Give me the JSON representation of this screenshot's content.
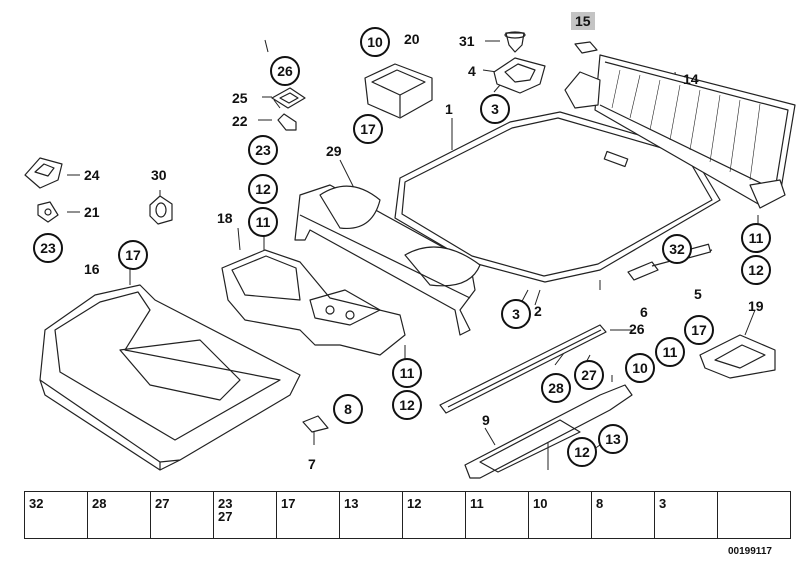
{
  "diagram_number": "00199117",
  "labels": {
    "l1": "1",
    "l2": "2",
    "l3a": "3",
    "l3b": "3",
    "l4": "4",
    "l5": "5",
    "l6": "6",
    "l7": "7",
    "l9": "9",
    "l14": "14",
    "l16": "16",
    "l18": "18",
    "l19": "19",
    "l20": "20",
    "l21": "21",
    "l22": "22",
    "l24": "24",
    "l25": "25",
    "l26": "26",
    "l29": "29",
    "l30": "30",
    "l31": "31"
  },
  "callouts": {
    "c26": "26",
    "c10a": "10",
    "c17a": "17",
    "c23a": "23",
    "c12a": "12",
    "c11a": "11",
    "c17b": "17",
    "c23b": "23",
    "c11b": "11",
    "c12b": "12",
    "c8": "8",
    "c32": "32",
    "c3": "3",
    "c11c": "11",
    "c12c": "12",
    "c17c": "17",
    "c11d": "11",
    "c10b": "10",
    "c28": "28",
    "c27": "27",
    "c13": "13",
    "c12d": "12"
  },
  "shaded_labels": {
    "s15": "15"
  },
  "legend": [
    {
      "label": "32"
    },
    {
      "label": "28"
    },
    {
      "label": "27"
    },
    {
      "label": "23\n27"
    },
    {
      "label": "17"
    },
    {
      "label": "13"
    },
    {
      "label": "12"
    },
    {
      "label": "11"
    },
    {
      "label": "10"
    },
    {
      "label": "8"
    },
    {
      "label": "3"
    },
    {
      "label": ""
    }
  ],
  "icons": [
    "screw-icon",
    "clip-icon",
    "grommet-icon",
    "arrow-icon"
  ]
}
